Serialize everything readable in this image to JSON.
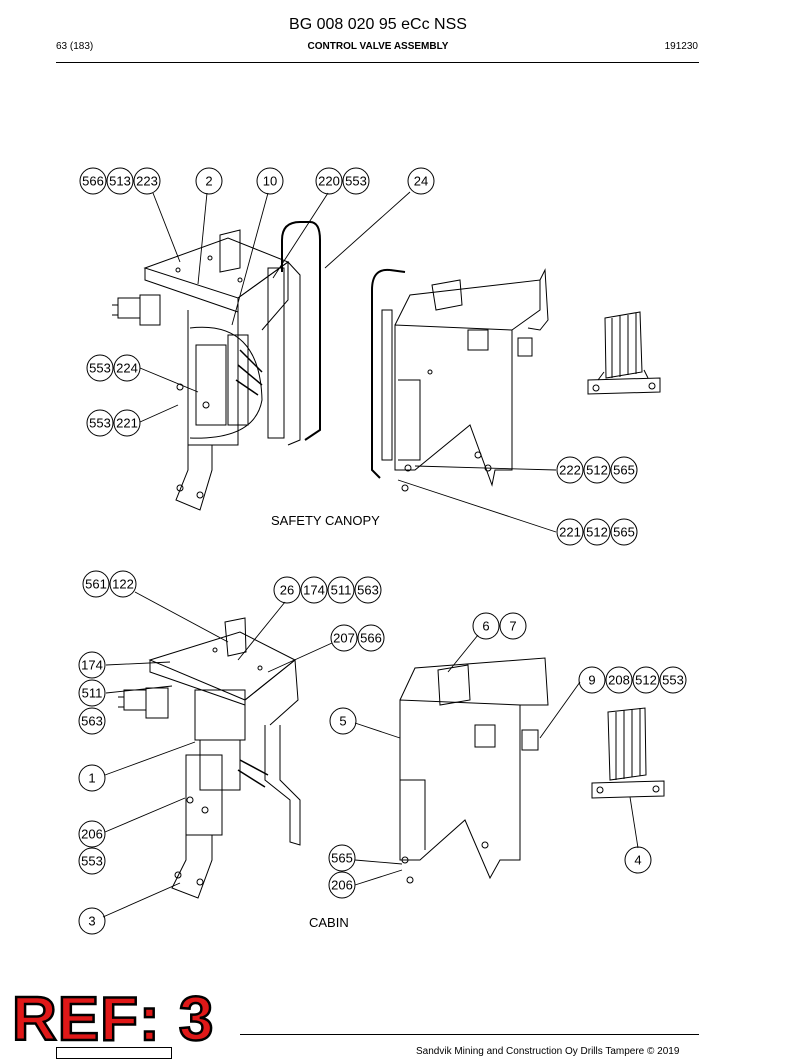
{
  "header": {
    "doc_title": "BG 008 020 95 eCc NSS",
    "page": "63 (183)",
    "section": "CONTROL VALVE ASSEMBLY",
    "doc_number": "191230"
  },
  "captions": {
    "upper": "SAFETY CANOPY",
    "lower": "CABIN"
  },
  "callouts": {
    "c566": "566",
    "c513": "513",
    "c223": "223",
    "c2": "2",
    "c10": "10",
    "c220": "220",
    "c553a": "553",
    "c24": "24",
    "c553b": "553",
    "c224": "224",
    "c553c": "553",
    "c221a": "221",
    "c222": "222",
    "c512a": "512",
    "c565a": "565",
    "c221b": "221",
    "c512b": "512",
    "c565b": "565",
    "c561": "561",
    "c122": "122",
    "c26": "26",
    "c174a": "174",
    "c511a": "511",
    "c563a": "563",
    "c207": "207",
    "c566b": "566",
    "c6": "6",
    "c7": "7",
    "c174b": "174",
    "c511b": "511",
    "c563b": "563",
    "c5": "5",
    "c9": "9",
    "c208": "208",
    "c512c": "512",
    "c553d": "553",
    "c1": "1",
    "c206a": "206",
    "c553e": "553",
    "c565c": "565",
    "c206b": "206",
    "c4": "4",
    "c3": "3"
  },
  "ref_stamp": "REF: 3",
  "footer": "Sandvik Mining and Construction Oy Drills Tampere © 2019"
}
